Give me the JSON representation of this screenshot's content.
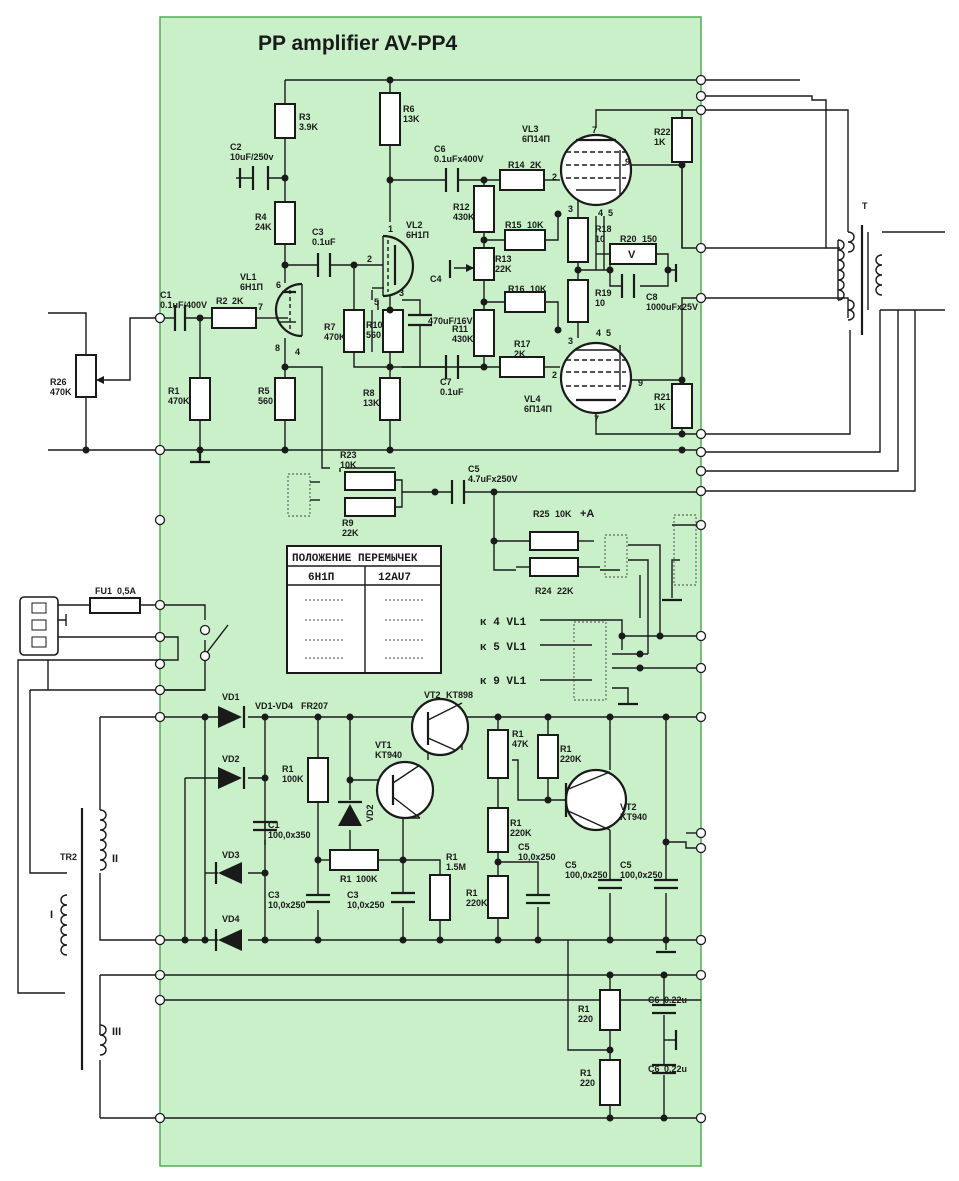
{
  "title": "PP amplifier AV-PP4",
  "colors": {
    "board": "#c9f0c9",
    "board_border": "#55aa55",
    "ink": "#1a1a1a"
  },
  "jumper_table": {
    "header": "ПОЛОЖЕНИЕ ПЕРЕМЫЧЕК",
    "col1": "6Н1П",
    "col2": "12AU7"
  },
  "connectors": {
    "k4": "к 4 VL1",
    "k5": "к 5 VL1",
    "k9": "к 9 VL1",
    "plusA": "+A"
  },
  "components": [
    {
      "id": "R26",
      "name": "R26",
      "value": "470K"
    },
    {
      "id": "C1a",
      "name": "C1",
      "value": "0.1uF/400V"
    },
    {
      "id": "R2",
      "name": "R2",
      "value": "2K"
    },
    {
      "id": "R1a",
      "name": "R1",
      "value": "470K"
    },
    {
      "id": "VL1",
      "name": "VL1",
      "value": "6Н1П"
    },
    {
      "id": "R3",
      "name": "R3",
      "value": "3.9K"
    },
    {
      "id": "C2",
      "name": "C2",
      "value": "10uF/250v"
    },
    {
      "id": "R4",
      "name": "R4",
      "value": "24K"
    },
    {
      "id": "R5",
      "name": "R5",
      "value": "560"
    },
    {
      "id": "C3a",
      "name": "C3",
      "value": "0.1uF"
    },
    {
      "id": "R6",
      "name": "R6",
      "value": "13K"
    },
    {
      "id": "VL2",
      "name": "VL2",
      "value": "6Н1П"
    },
    {
      "id": "C4",
      "name": "C4",
      "value": "470uF/16V"
    },
    {
      "id": "R7",
      "name": "R7",
      "value": "470K"
    },
    {
      "id": "R10",
      "name": "R10",
      "value": "560"
    },
    {
      "id": "R8",
      "name": "R8",
      "value": "13K"
    },
    {
      "id": "C6a",
      "name": "C6",
      "value": "0.1uFx400V"
    },
    {
      "id": "C7",
      "name": "C7",
      "value": "0.1uF"
    },
    {
      "id": "R12",
      "name": "R12",
      "value": "430K"
    },
    {
      "id": "R13",
      "name": "R13",
      "value": "22K"
    },
    {
      "id": "R11",
      "name": "R11",
      "value": "430K"
    },
    {
      "id": "R14",
      "name": "R14",
      "value": "2K"
    },
    {
      "id": "R15",
      "name": "R15",
      "value": "10K"
    },
    {
      "id": "R16",
      "name": "R16",
      "value": "10K"
    },
    {
      "id": "R17",
      "name": "R17",
      "value": "2K"
    },
    {
      "id": "VL3",
      "name": "VL3",
      "value": "6П14П"
    },
    {
      "id": "VL4",
      "name": "VL4",
      "value": "6П14П"
    },
    {
      "id": "R18",
      "name": "R18",
      "value": "10"
    },
    {
      "id": "R19",
      "name": "R19",
      "value": "10"
    },
    {
      "id": "R20",
      "name": "R20",
      "value": "150"
    },
    {
      "id": "C8",
      "name": "C8",
      "value": "1000uFx25V"
    },
    {
      "id": "R22",
      "name": "R22",
      "value": "1K"
    },
    {
      "id": "R21",
      "name": "R21",
      "value": "1K"
    },
    {
      "id": "R23",
      "name": "R23",
      "value": "10K"
    },
    {
      "id": "R9",
      "name": "R9",
      "value": "22K"
    },
    {
      "id": "C5a",
      "name": "C5",
      "value": "4.7uFx250V"
    },
    {
      "id": "R25",
      "name": "R25",
      "value": "10K"
    },
    {
      "id": "R24",
      "name": "R24",
      "value": "22K"
    },
    {
      "id": "FU1",
      "name": "FU1",
      "value": "0,5A"
    },
    {
      "id": "VD",
      "name": "VD1-VD4",
      "value": "FR207"
    },
    {
      "id": "VT2a",
      "name": "VT2",
      "value": "KT898"
    },
    {
      "id": "VT1",
      "name": "VT1",
      "value": "KT940"
    },
    {
      "id": "VT2b",
      "name": "VT2",
      "value": "KT940"
    },
    {
      "id": "Rp1",
      "name": "R1",
      "value": "100K"
    },
    {
      "id": "Cp1",
      "name": "C1",
      "value": "100,0x350"
    },
    {
      "id": "Rp2",
      "name": "R1",
      "value": "100K"
    },
    {
      "id": "Rp3",
      "name": "R1",
      "value": "1.5M"
    },
    {
      "id": "Cp3a",
      "name": "C3",
      "value": "10,0x250"
    },
    {
      "id": "Cp3b",
      "name": "C3",
      "value": "10,0x250"
    },
    {
      "id": "Rp4",
      "name": "R1",
      "value": "47K"
    },
    {
      "id": "Rp5",
      "name": "R1",
      "value": "220K"
    },
    {
      "id": "Rp6",
      "name": "R1",
      "value": "220K"
    },
    {
      "id": "Rp7",
      "name": "R1",
      "value": "220K"
    },
    {
      "id": "Cp5a",
      "name": "C5",
      "value": "10,0x250"
    },
    {
      "id": "Cp5b",
      "name": "C5",
      "value": "100,0x250"
    },
    {
      "id": "Cp5c",
      "name": "C5",
      "value": "100,0x250"
    },
    {
      "id": "Rh1",
      "name": "R1",
      "value": "220"
    },
    {
      "id": "Rh2",
      "name": "R1",
      "value": "220"
    },
    {
      "id": "Ch1",
      "name": "C6",
      "value": "0.22u"
    },
    {
      "id": "Ch2",
      "name": "C6",
      "value": "0.22u"
    }
  ],
  "misc_labels": {
    "T": "T",
    "TR2": "TR2",
    "wI": "I",
    "wII": "II",
    "wIII": "III",
    "VD1": "VD1",
    "VD2": "VD2",
    "VD3": "VD3",
    "VD4": "VD4",
    "VD2t": "VD2",
    "V": "V",
    "pins": [
      "1",
      "2",
      "3",
      "5",
      "6",
      "7",
      "8",
      "4",
      "7",
      "9",
      "3",
      "4",
      "5",
      "2",
      "3",
      "4",
      "5",
      "2",
      "9",
      "7"
    ]
  }
}
